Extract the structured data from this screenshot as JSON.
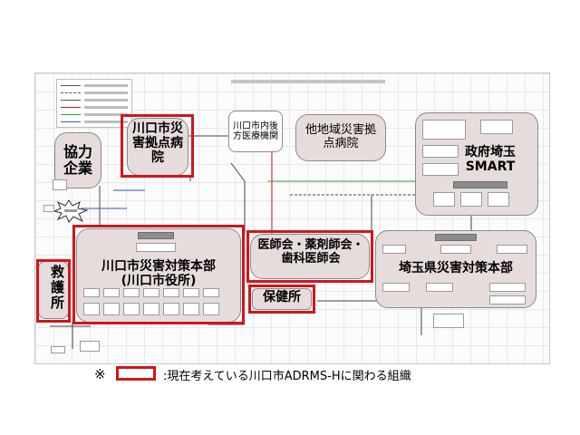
{
  "nodes": {
    "kyoryoku": "協力企業",
    "kawaguchi_hospital": "川口市災害拠点病院",
    "rear_hospital": "川口市内後方医療機関",
    "other_hospital": "他地域災害拠点病院",
    "seifu": "政府埼玉SMART",
    "city_hq": "川口市災害対策本部(川口市役所)",
    "ishikai": "医師会・薬剤師会・歯科医師会",
    "hokenjo": "保健所",
    "pref_hq": "埼玉県災害対策本部",
    "kyugosho": "救護所"
  },
  "caption": {
    "mark": "※",
    "text": ":現在考えている川口市ADRMS-Hに関わる組織"
  },
  "colors": {
    "highlight": "#d0161b",
    "box_fill": "#e7dcdc",
    "line_green": "#3a9a3a",
    "line_red": "#d0161b",
    "line_blue": "#2a5fb0",
    "line_gray": "#444444"
  }
}
